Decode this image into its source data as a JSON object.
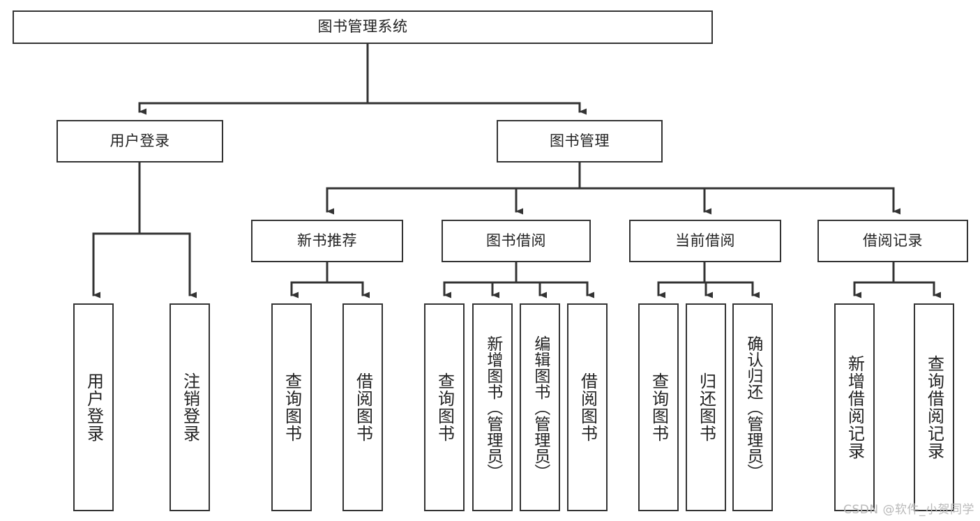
{
  "diagram": {
    "title": "图书管理系统",
    "type": "hierarchy-tree",
    "watermark": "CSDN @软件_小贺同学",
    "colors": {
      "box_border": "#333333",
      "box_fill": "#ffffff",
      "connector": "#333333",
      "text": "#222222",
      "watermark": "#b9b9b9",
      "background": "#ffffff"
    },
    "levels": {
      "root": {
        "label": "图书管理系统",
        "orientation": "horizontal"
      },
      "level2": [
        {
          "label": "用户登录",
          "orientation": "horizontal"
        },
        {
          "label": "图书管理",
          "orientation": "horizontal"
        }
      ],
      "level3": [
        {
          "label": "新书推荐",
          "orientation": "horizontal"
        },
        {
          "label": "图书借阅",
          "orientation": "horizontal"
        },
        {
          "label": "当前借阅",
          "orientation": "horizontal"
        },
        {
          "label": "借阅记录",
          "orientation": "horizontal"
        }
      ],
      "leaves": {
        "user_login": [
          {
            "label": "用户登录",
            "orientation": "vertical"
          },
          {
            "label": "注销登录",
            "orientation": "vertical"
          }
        ],
        "new_book_recommend": [
          {
            "label": "查询图书",
            "orientation": "vertical"
          },
          {
            "label": "借阅图书",
            "orientation": "vertical"
          }
        ],
        "book_borrow": [
          {
            "label": "查询图书",
            "orientation": "vertical"
          },
          {
            "label": "新增图书（管理员）",
            "orientation": "vertical"
          },
          {
            "label": "编辑图书（管理员）",
            "orientation": "vertical"
          },
          {
            "label": "借阅图书",
            "orientation": "vertical"
          }
        ],
        "current_borrow": [
          {
            "label": "查询图书",
            "orientation": "vertical"
          },
          {
            "label": "归还图书",
            "orientation": "vertical"
          },
          {
            "label": "确认归还（管理员）",
            "orientation": "vertical"
          }
        ],
        "borrow_records": [
          {
            "label": "新增借阅记录",
            "orientation": "vertical"
          },
          {
            "label": "查询借阅记录",
            "orientation": "vertical"
          }
        ]
      }
    }
  }
}
